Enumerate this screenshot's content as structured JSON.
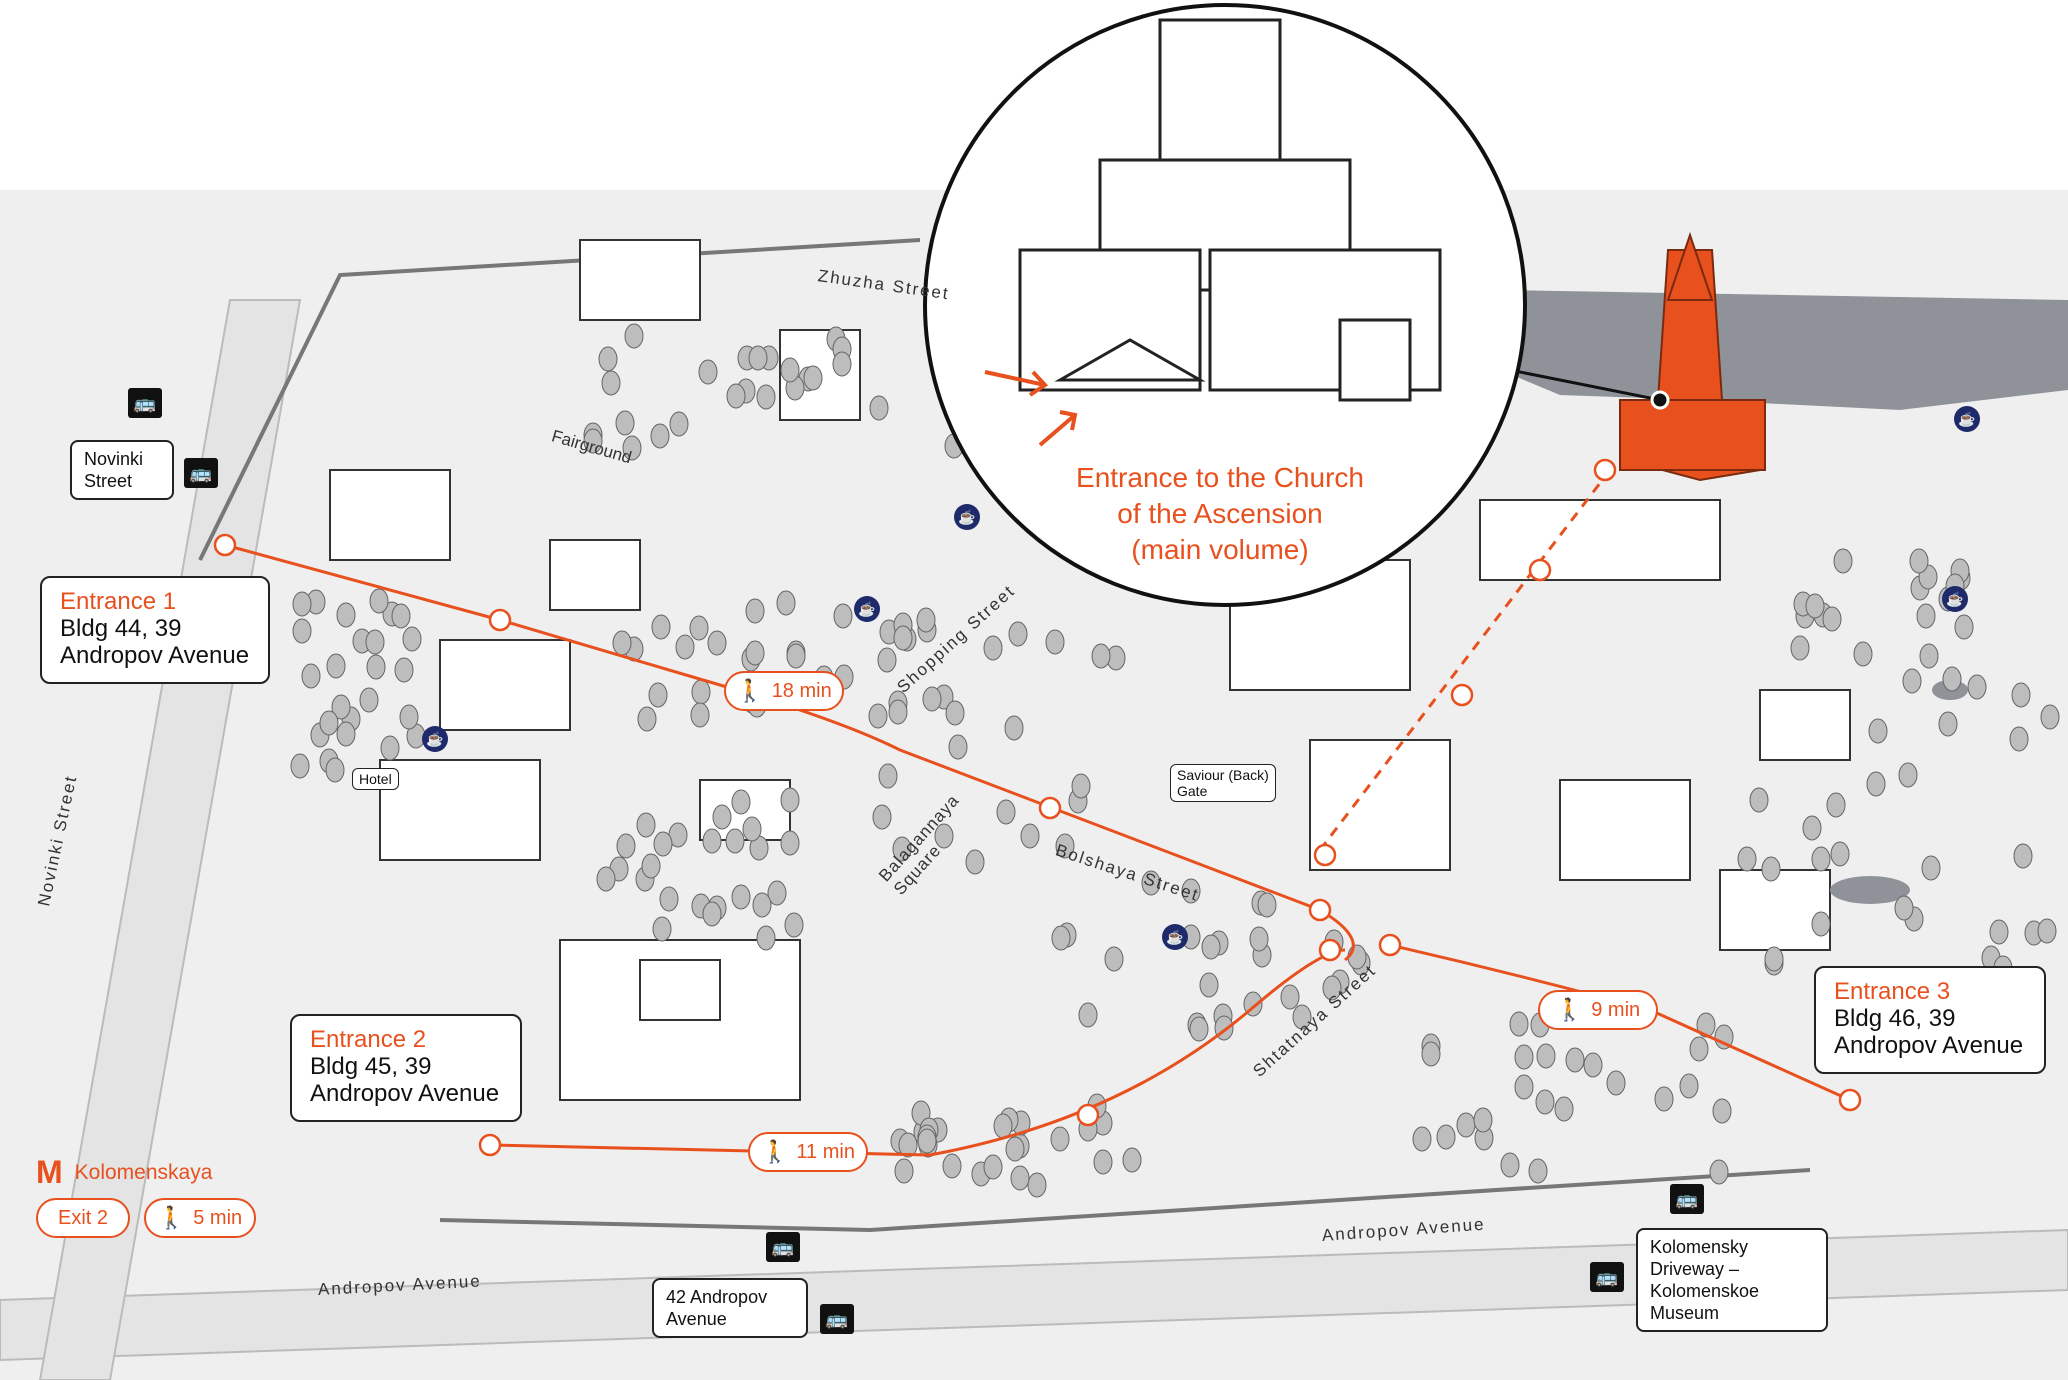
{
  "colors": {
    "accent": "#e8501e",
    "ink": "#222222",
    "water": "#8f9399",
    "ground": "#ededed",
    "tree": "#bdbdbd",
    "cafe": "#1f2a6b"
  },
  "entrances": [
    {
      "title": "Entrance 1",
      "line1": "Bldg 44, 39",
      "line2": "Andropov Avenue"
    },
    {
      "title": "Entrance 2",
      "line1": "Bldg 45, 39",
      "line2": "Andropov Avenue"
    },
    {
      "title": "Entrance 3",
      "line1": "Bldg 46, 39",
      "line2": "Andropov Avenue"
    }
  ],
  "routes": {
    "route1_time": "18 min",
    "route2_time": "11 min",
    "route3_time": "9 min"
  },
  "metro": {
    "station": "Kolomenskaya",
    "exit": "Exit 2",
    "walk": "5 min"
  },
  "church_label": [
    "Entrance to the Church",
    "of the Ascension",
    "(main volume)"
  ],
  "stops": {
    "novinki": [
      "Novinki",
      "Street"
    ],
    "andropov42": [
      "42 Andropov",
      "Avenue"
    ],
    "kolomensky": [
      "Kolomensky Driveway –",
      "Kolomenskoe Museum"
    ]
  },
  "labels": {
    "hotel": "Hotel",
    "gate": [
      "Saviour (Back)",
      "Gate"
    ],
    "fairground": "Fairground"
  },
  "streets": {
    "zhuzha": "Zhuzha Street",
    "shopping": "Shopping Street",
    "balagannaya": [
      "Balagannaya",
      "Square"
    ],
    "bolshaya": "Bolshaya Street",
    "shtatnaya": "Shtatnaya Street",
    "novinki": "Novinki Street",
    "andropov_left": "Andropov Avenue",
    "andropov_right": "Andropov Avenue"
  },
  "icons": {
    "bus": "bus-stop-icon",
    "cafe": "cafe-icon",
    "walk": "pedestrian-icon",
    "metro": "metro-icon",
    "arrow": "route-arrow-icon"
  }
}
